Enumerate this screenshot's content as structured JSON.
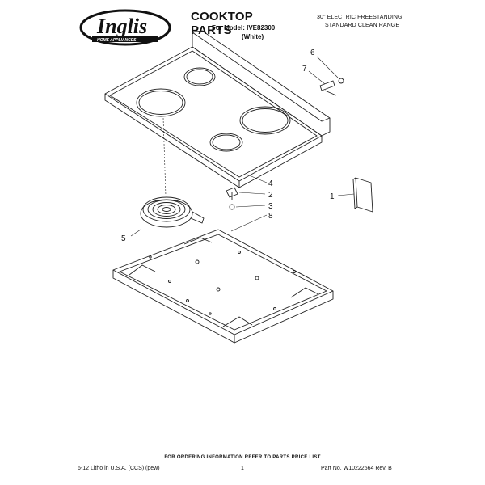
{
  "header": {
    "logo_text": "Inglis",
    "logo_subtext": "HOME APPLIANCES",
    "title": "COOKTOP PARTS",
    "model_line": "For Model: IVE82300",
    "color_line": "(White)",
    "description_line1": "30\" ELECTRIC FREESTANDING",
    "description_line2": "STANDARD CLEAN RANGE"
  },
  "callouts": {
    "c1": "1",
    "c2": "2",
    "c3": "3",
    "c4": "4",
    "c5": "5",
    "c6": "6",
    "c7": "7",
    "c8": "8"
  },
  "footer": {
    "order_note": "FOR ORDERING INFORMATION REFER TO PARTS PRICE LIST",
    "litho": "6-12 Litho in U.S.A. (CCS) (pew)",
    "page_number": "1",
    "part_number": "Part No. W10222564 Rev. B"
  }
}
